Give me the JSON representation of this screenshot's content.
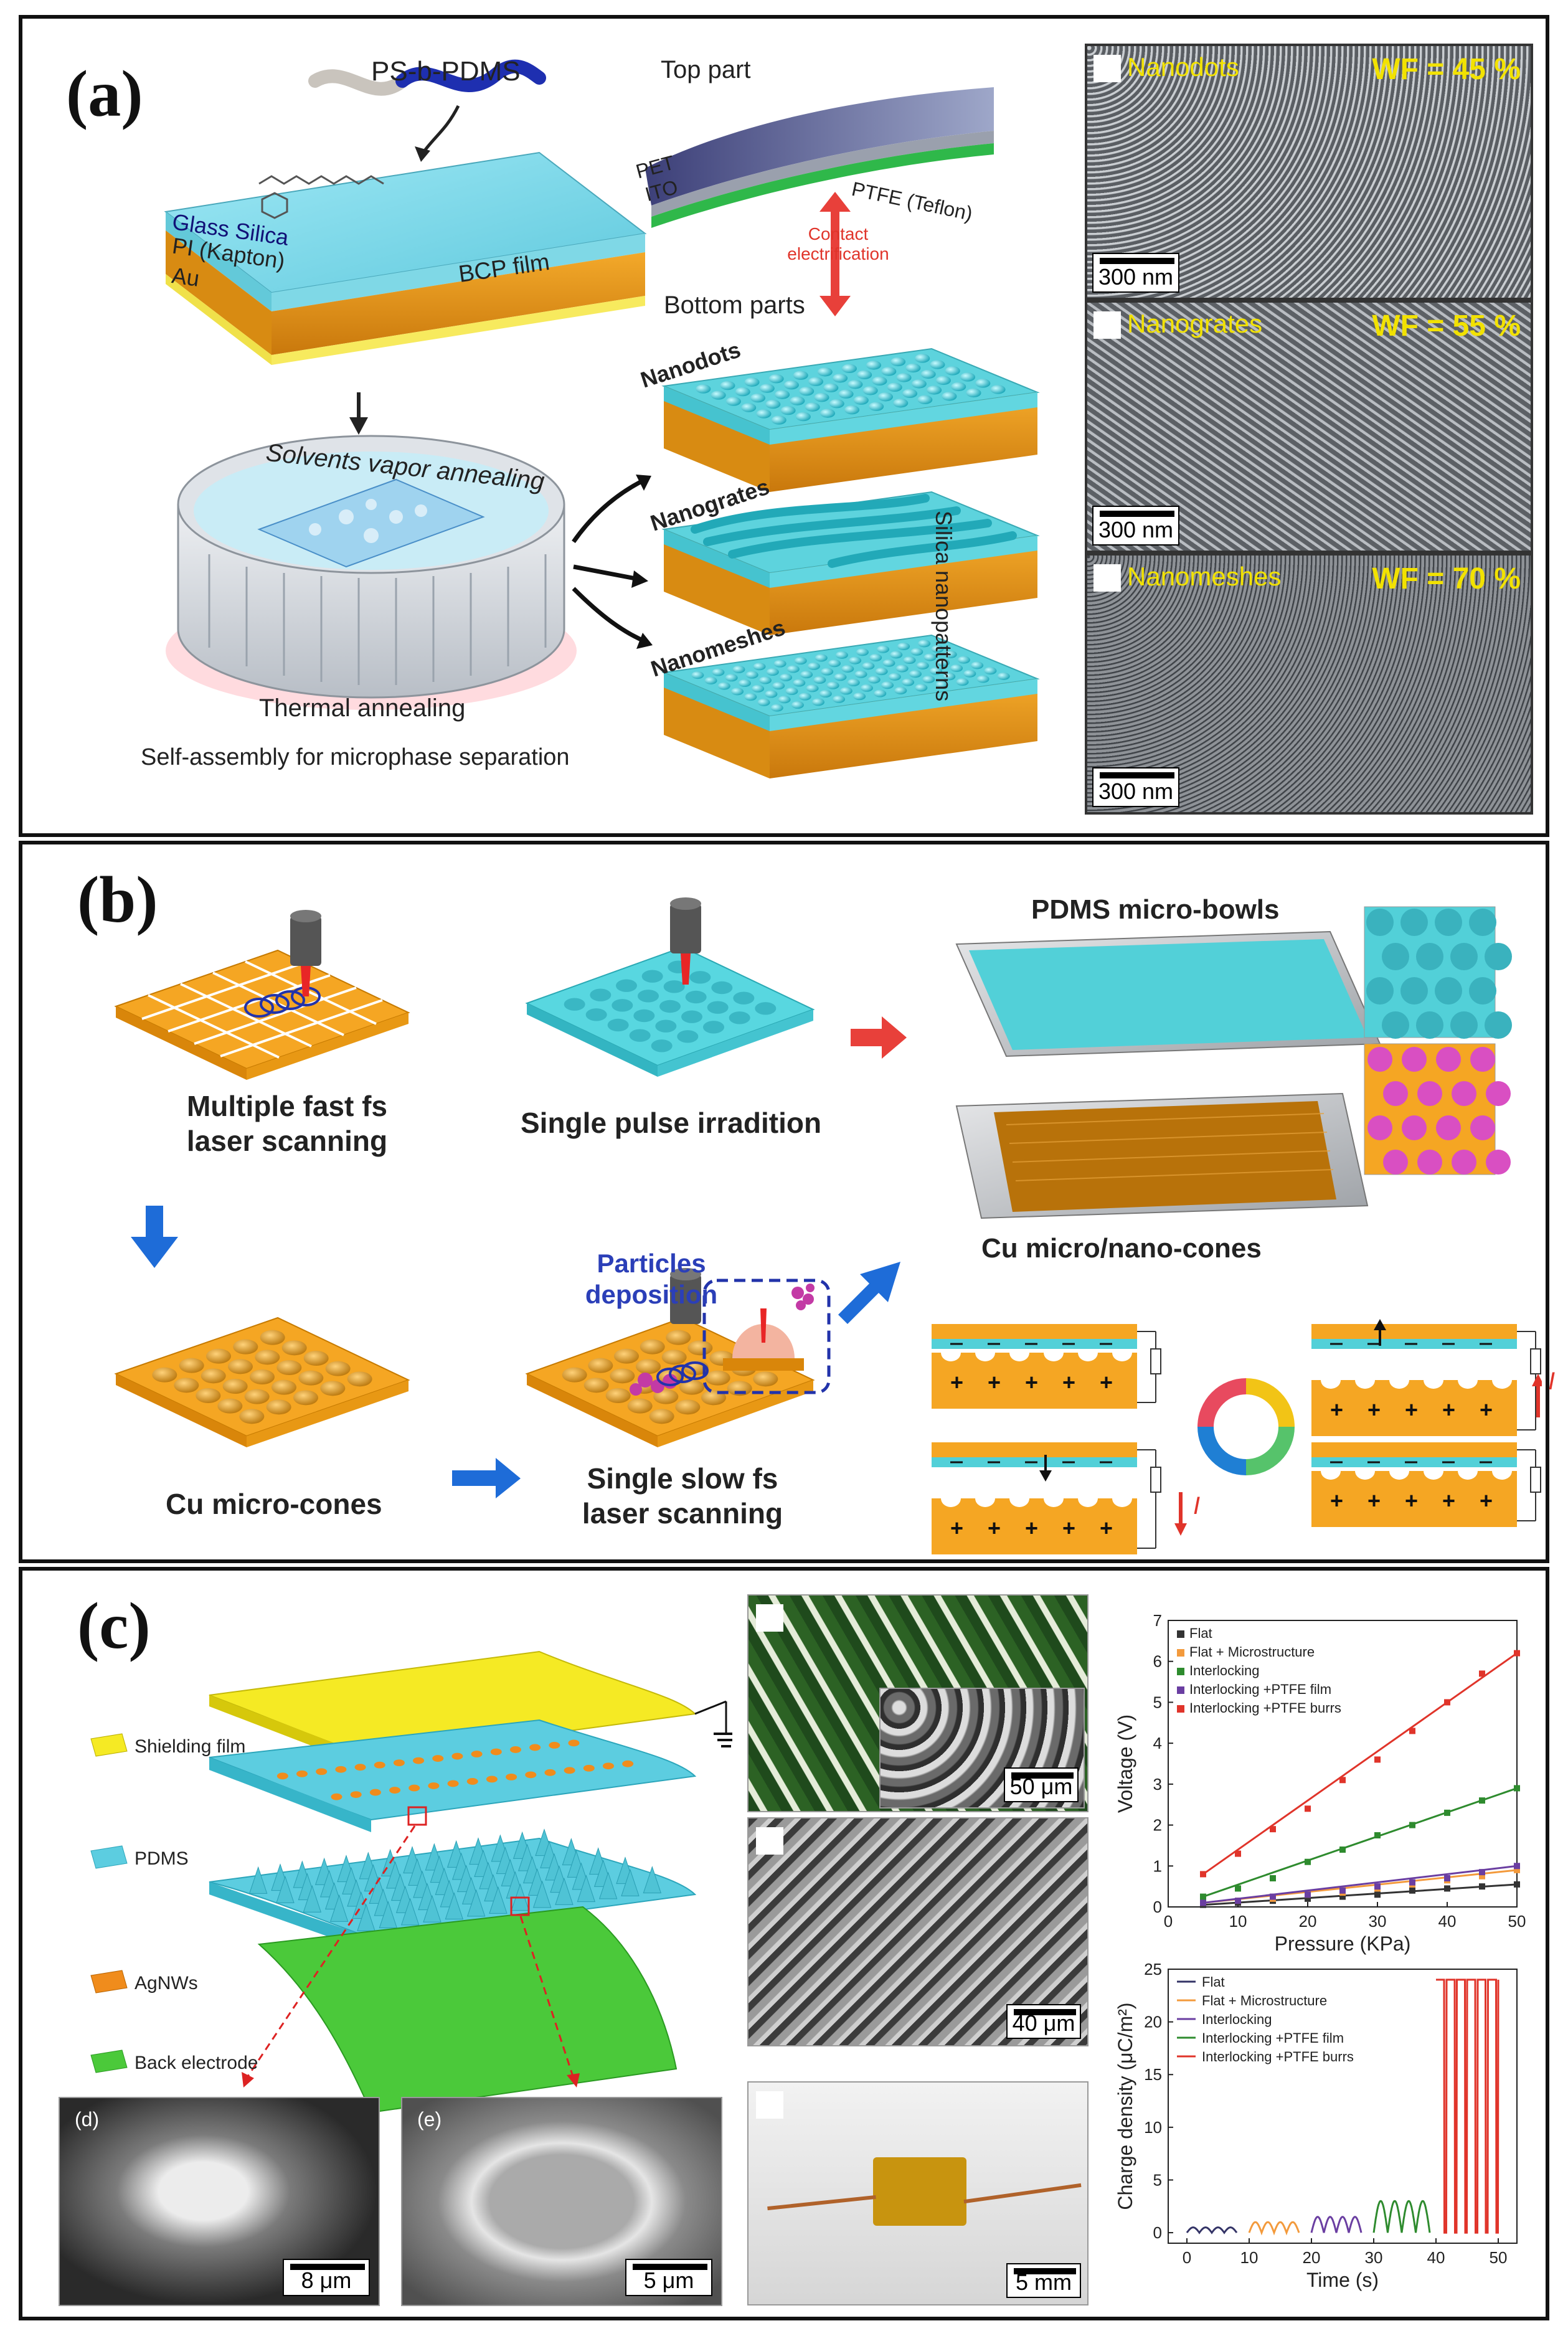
{
  "panel_a": {
    "label": "(a)",
    "bcp_label": "PS-b-PDMS",
    "layers": [
      "Glass Silica",
      "PI (Kapton)",
      "Au"
    ],
    "film_label": "BCP film",
    "svap_label": "Solvents vapor annealing",
    "thermal_label": "Thermal annealing",
    "selfassembly_label": "Self-assembly for microphase separation",
    "top_part_label": "Top part",
    "pet_label": "PET",
    "ito_label": "ITO",
    "ptfe_label": "PTFE (Teflon)",
    "contact_label": "Contact electrification",
    "bottom_parts_label": "Bottom parts",
    "pattern_labels": [
      "Nanodots",
      "Nanogrates",
      "Nanomeshes"
    ],
    "silica_label": "Silica nanopatterns",
    "sem": [
      {
        "name": "Nanodots",
        "wf": "WF = 45 %",
        "scale": "300 nm"
      },
      {
        "name": "Nanogrates",
        "wf": "WF = 55 %",
        "scale": "300 nm"
      },
      {
        "name": "Nanomeshes",
        "wf": "WF = 70 %",
        "scale": "300 nm"
      }
    ]
  },
  "panel_b": {
    "label": "(b)",
    "step1": "Multiple fast fs laser scanning",
    "step2": "Single pulse irradition",
    "step3": "Cu micro-cones",
    "step4": "Single slow fs laser scanning",
    "particles": "Particles deposition",
    "micro_bowls": "PDMS micro-bowls",
    "nano_cones": "Cu micro/nano-cones",
    "current_symbol": "I"
  },
  "panel_c": {
    "label": "(c)",
    "layers": [
      "Shielding film",
      "PDMS",
      "AgNWs",
      "Back electrode"
    ],
    "photo_scales": [
      "50 μm",
      "40 μm",
      "5 mm"
    ],
    "sub_d": "(d)",
    "sub_e": "(e)",
    "sub_scales": [
      "8 μm",
      "5 μm"
    ]
  },
  "chart_data": [
    {
      "type": "line",
      "ylabel": "Voltage (V)",
      "xlabel": "Pressure (KPa)",
      "xlim": [
        0,
        50
      ],
      "ylim": [
        0,
        7
      ],
      "xticks": [
        "0",
        "10",
        "20",
        "30",
        "40",
        "50"
      ],
      "yticks": [
        "0",
        "1",
        "2",
        "3",
        "4",
        "5",
        "6",
        "7"
      ],
      "x": [
        5,
        10,
        15,
        20,
        25,
        30,
        35,
        40,
        45,
        50
      ],
      "series": [
        {
          "name": "Flat",
          "color": "#333333",
          "values": [
            0.05,
            0.1,
            0.15,
            0.2,
            0.25,
            0.3,
            0.4,
            0.45,
            0.5,
            0.55
          ]
        },
        {
          "name": "Flat + Microstructure",
          "color": "#f39a3c",
          "values": [
            0.1,
            0.15,
            0.2,
            0.3,
            0.35,
            0.45,
            0.55,
            0.65,
            0.75,
            0.9
          ]
        },
        {
          "name": "Interlocking",
          "color": "#2e8b2e",
          "values": [
            0.25,
            0.45,
            0.7,
            1.1,
            1.4,
            1.75,
            2.0,
            2.3,
            2.6,
            2.9
          ]
        },
        {
          "name": "Interlocking +PTFE film",
          "color": "#6a3ea1",
          "values": [
            0.1,
            0.15,
            0.25,
            0.3,
            0.4,
            0.5,
            0.6,
            0.7,
            0.85,
            1.0
          ]
        },
        {
          "name": "Interlocking +PTFE burrs",
          "color": "#e0342a",
          "values": [
            0.8,
            1.3,
            1.9,
            2.4,
            3.1,
            3.6,
            4.3,
            5.0,
            5.7,
            6.2
          ]
        }
      ]
    },
    {
      "type": "line",
      "ylabel": "Charge density (μC/m²)",
      "xlabel": "Time (s)",
      "xlim": [
        -3,
        53
      ],
      "ylim": [
        -1,
        25
      ],
      "xticks": [
        "0",
        "10",
        "20",
        "30",
        "40",
        "50"
      ],
      "yticks": [
        "0",
        "5",
        "10",
        "15",
        "20",
        "25"
      ],
      "series": [
        {
          "name": "Flat",
          "color": "#333366",
          "t_start": 0,
          "t_end": 8,
          "amplitude": 0.5,
          "cycles": 4
        },
        {
          "name": "Flat + Microstructure",
          "color": "#f39a3c",
          "t_start": 10,
          "t_end": 18,
          "amplitude": 1.0,
          "cycles": 4
        },
        {
          "name": "Interlocking",
          "color": "#6a3ea1",
          "t_start": 20,
          "t_end": 28,
          "amplitude": 1.5,
          "cycles": 4
        },
        {
          "name": "Interlocking +PTFE film",
          "color": "#2e8b2e",
          "t_start": 30,
          "t_end": 39,
          "amplitude": 3.0,
          "cycles": 4
        },
        {
          "name": "Interlocking +PTFE burrs",
          "color": "#e0342a",
          "t_start": 40,
          "t_end": 50,
          "amplitude": 24.0,
          "cycles": 6
        }
      ]
    }
  ]
}
